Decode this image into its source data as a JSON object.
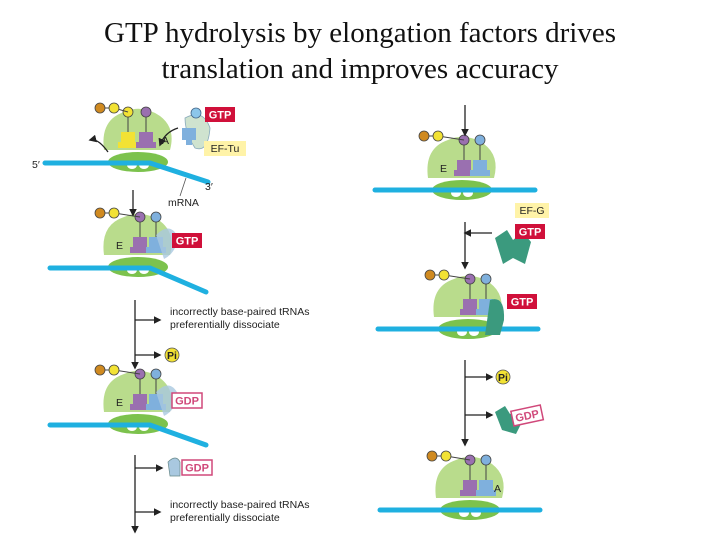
{
  "title": {
    "line1": "GTP hydrolysis by elongation factors drives",
    "line2": "translation and improves accuracy"
  },
  "labels": {
    "five_prime": "5′",
    "three_prime": "3′",
    "mrna": "mRNA",
    "ef_tu": "EF-Tu",
    "ef_g": "EF-G",
    "gtp": "GTP",
    "gdp": "GDP",
    "pi": "Pi",
    "site_a": "A",
    "site_e": "E",
    "dissociate_line1": "incorrectly base-paired tRNAs",
    "dissociate_line2": "preferentially dissociate"
  },
  "colors": {
    "ribosome": "#b9dc8c",
    "ribosome_small": "#7cc24d",
    "mrna": "#1fb0e0",
    "gtp": "#d0103a",
    "gdp_border": "#d0487a",
    "ef_label_bg": "#fff3a8",
    "ef_g": "#3b9a7e",
    "ef_tu": "#a9c8e0",
    "trna_purple": "#9a70b0",
    "trna_blue": "#7fb0dd",
    "trna_yellow": "#f2e234"
  }
}
